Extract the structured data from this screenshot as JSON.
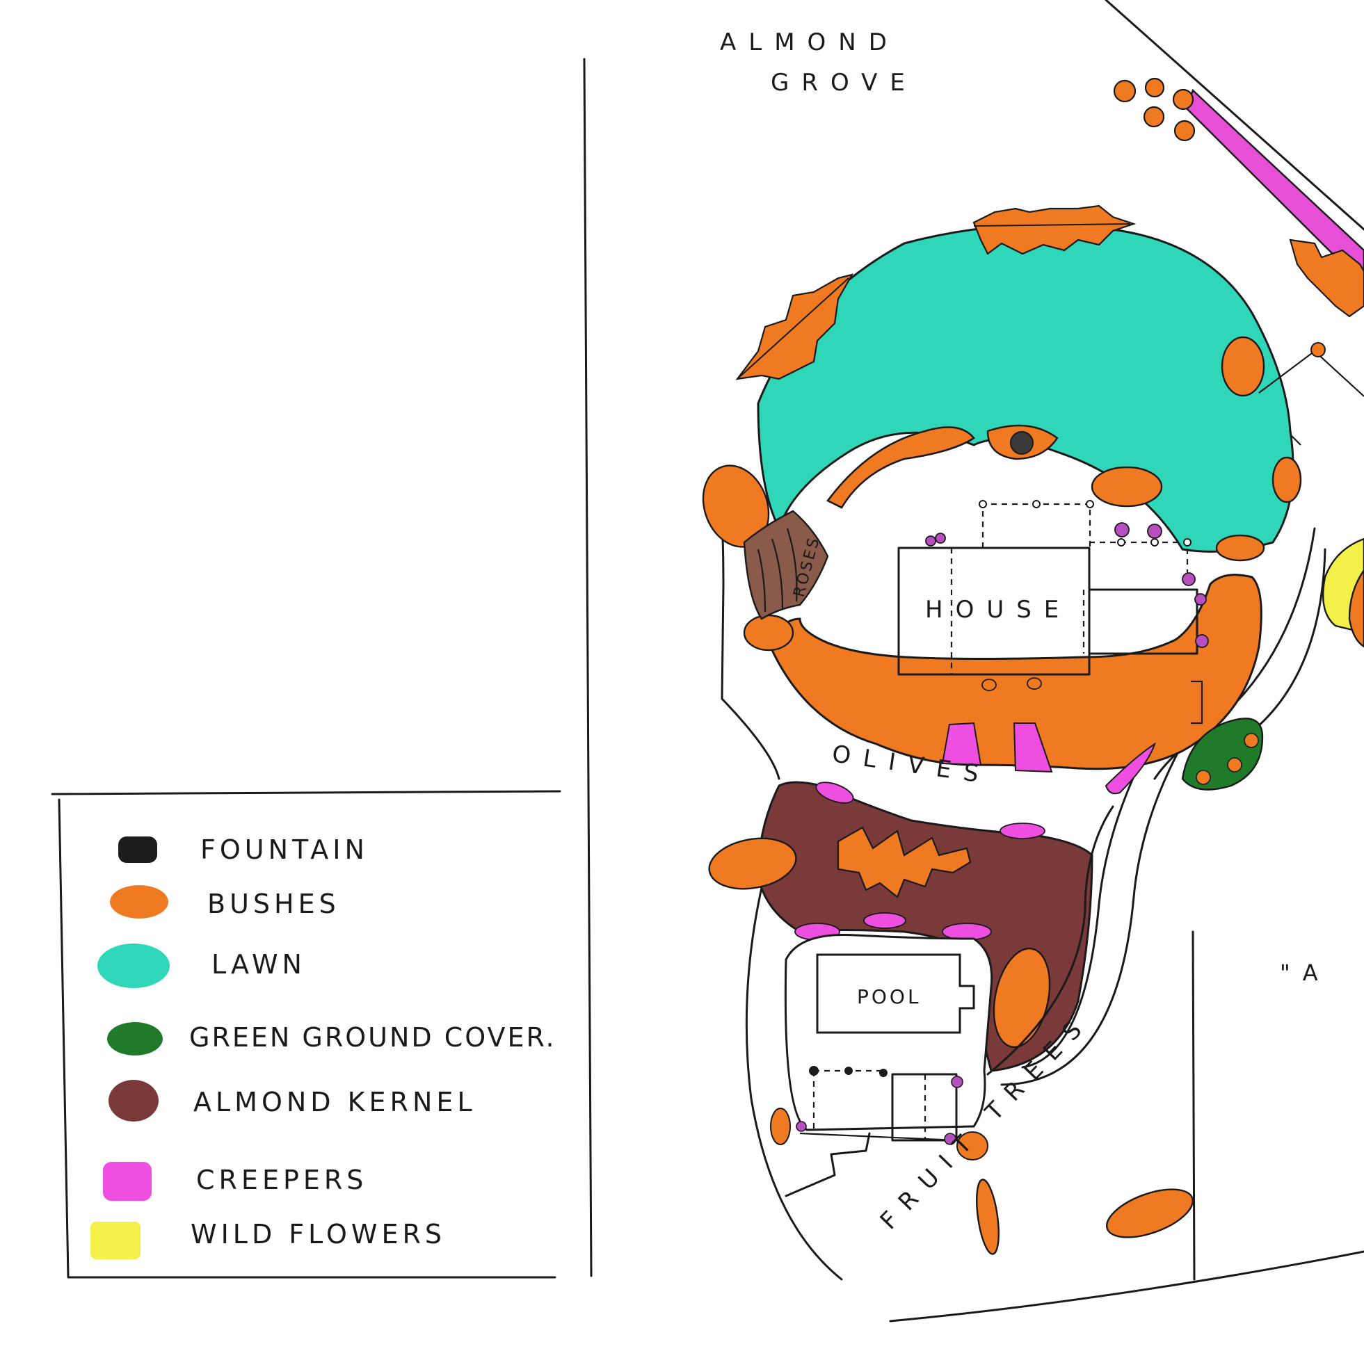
{
  "labels": {
    "almond_grove_line1": "ALMOND",
    "almond_grove_line2": "GROVE",
    "house": "HOUSE",
    "roses": "ROSES",
    "olives": "OLIVES",
    "pool": "POOL",
    "fruit_trees": "FRUIT TREES",
    "edge_label": "\"A"
  },
  "legend": {
    "items": [
      {
        "label": "FOUNTAIN",
        "color": "#1c1c1c"
      },
      {
        "label": "BUSHES",
        "color": "#f07a22"
      },
      {
        "label": "LAWN",
        "color": "#2fd6b8"
      },
      {
        "label": "GREEN GROUND COVER.",
        "color": "#1f7a2a"
      },
      {
        "label": "ALMOND KERNEL",
        "color": "#7a3a3a"
      },
      {
        "label": "CREEPERS",
        "color": "#ee4fe0"
      },
      {
        "label": "WILD FLOWERS",
        "color": "#f3f04a"
      }
    ]
  },
  "colors": {
    "fountain": "#1c1c1c",
    "bushes": "#f07a22",
    "lawn": "#2fd6b8",
    "green_ground_cover": "#1f7a2a",
    "almond_kernel": "#7a3a3a",
    "creepers": "#ee4fe0",
    "wild_flowers": "#f3f04a",
    "ink": "#1a1a1a"
  }
}
